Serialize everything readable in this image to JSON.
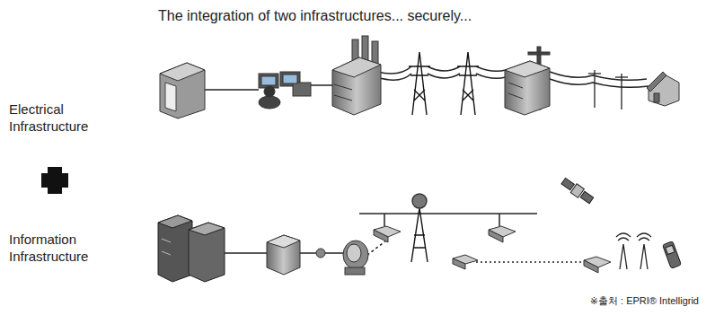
{
  "diagram": {
    "title": "The integration of two infrastructures... securely...",
    "caption": "※출처 : EPRI® Intelligrid",
    "labels": [
      "Electrical Infrastructure",
      "Information Infrastructure"
    ]
  }
}
